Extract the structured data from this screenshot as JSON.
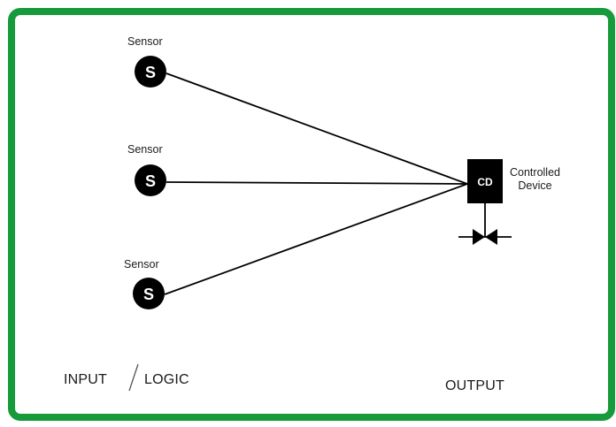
{
  "diagram": {
    "sensors": [
      {
        "label": "Sensor",
        "symbol": "S"
      },
      {
        "label": "Sensor",
        "symbol": "S"
      },
      {
        "label": "Sensor",
        "symbol": "S"
      }
    ],
    "device": {
      "symbol": "CD",
      "label_line1": "Controlled",
      "label_line2": "Device"
    },
    "footer": {
      "input": "INPUT",
      "logic": "LOGIC",
      "output": "OUTPUT"
    },
    "colors": {
      "frame": "#169a3a",
      "ink": "#000000"
    }
  }
}
